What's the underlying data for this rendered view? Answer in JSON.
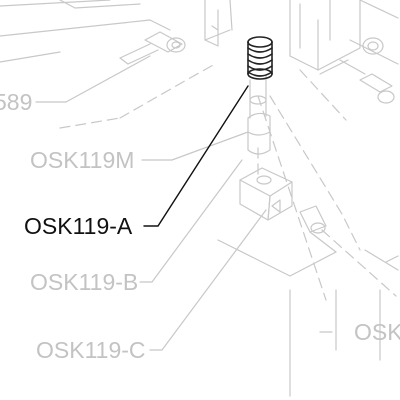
{
  "diagram": {
    "callouts": [
      {
        "id": "partial-left",
        "text": "589",
        "style": "faint"
      },
      {
        "id": "osk119m",
        "text": "OSK119M",
        "style": "faint"
      },
      {
        "id": "osk119a",
        "text": "OSK119-A",
        "style": "dark"
      },
      {
        "id": "osk119b",
        "text": "OSK119-B",
        "style": "faint"
      },
      {
        "id": "osk119c",
        "text": "OSK119-C",
        "style": "faint"
      },
      {
        "id": "partial-right",
        "text": "OSK",
        "style": "faint"
      }
    ],
    "colors": {
      "background": "#ffffff",
      "faint_line": "#c8c8c8",
      "highlight_line": "#111111",
      "highlight_part": "#222222"
    }
  }
}
